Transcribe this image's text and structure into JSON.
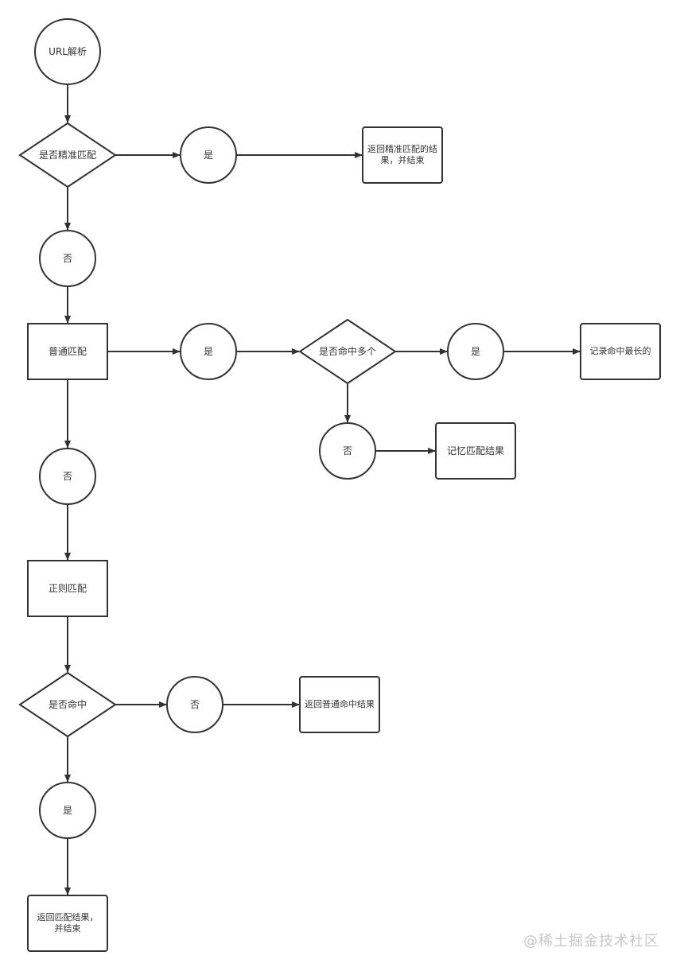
{
  "nodes": {
    "start": "URL解析",
    "exact_q": "是否精准匹配",
    "exact_yes": "是",
    "exact_result": "返回精准匹配的结果，并结束",
    "exact_no": "否",
    "normal": "普通匹配",
    "normal_yes": "是",
    "multi_q": "是否命中多个",
    "multi_yes": "是",
    "record_longest": "记录命中最长的",
    "multi_no": "否",
    "remember": "记忆匹配结果",
    "normal_no": "否",
    "regex": "正则匹配",
    "hit_q": "是否命中",
    "hit_no": "否",
    "return_normal": "返回普通命中结果",
    "hit_yes": "是",
    "return_match": "返回匹配结果，并结束"
  },
  "watermark": "@稀土掘金技术社区"
}
